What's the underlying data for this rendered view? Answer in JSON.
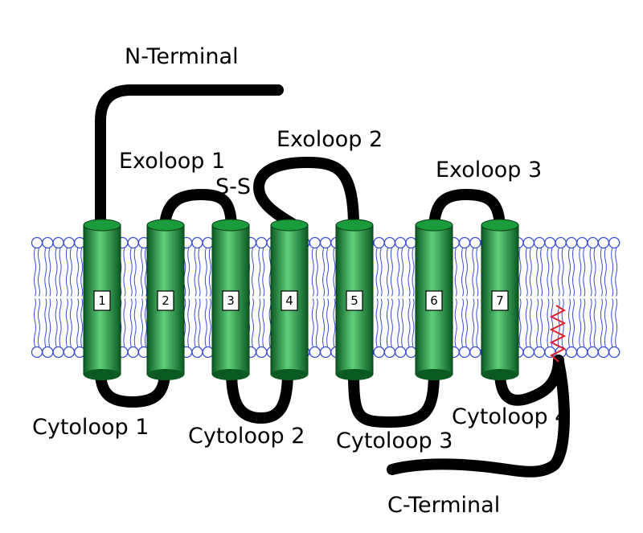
{
  "labels": {
    "n_terminal": "N-Terminal",
    "c_terminal": "C-Terminal",
    "ss_bond": "S-S",
    "exoloop_1": "Exoloop 1",
    "exoloop_2": "Exoloop 2",
    "exoloop_3": "Exoloop 3",
    "cytoloop_1": "Cytoloop 1",
    "cytoloop_2": "Cytoloop 2",
    "cytoloop_3": "Cytoloop 3",
    "cytoloop_4": "Cytoloop 4"
  },
  "helices": [
    {
      "number": "1"
    },
    {
      "number": "2"
    },
    {
      "number": "3"
    },
    {
      "number": "4"
    },
    {
      "number": "5"
    },
    {
      "number": "6"
    },
    {
      "number": "7"
    }
  ],
  "colors": {
    "helix": "#1a9b3c",
    "helix_dark": "#0b5a22",
    "helix_light": "#5fd07a",
    "chain": "#000000",
    "membrane": "#3a4ed6",
    "palmitoyl": "#e0202a"
  }
}
